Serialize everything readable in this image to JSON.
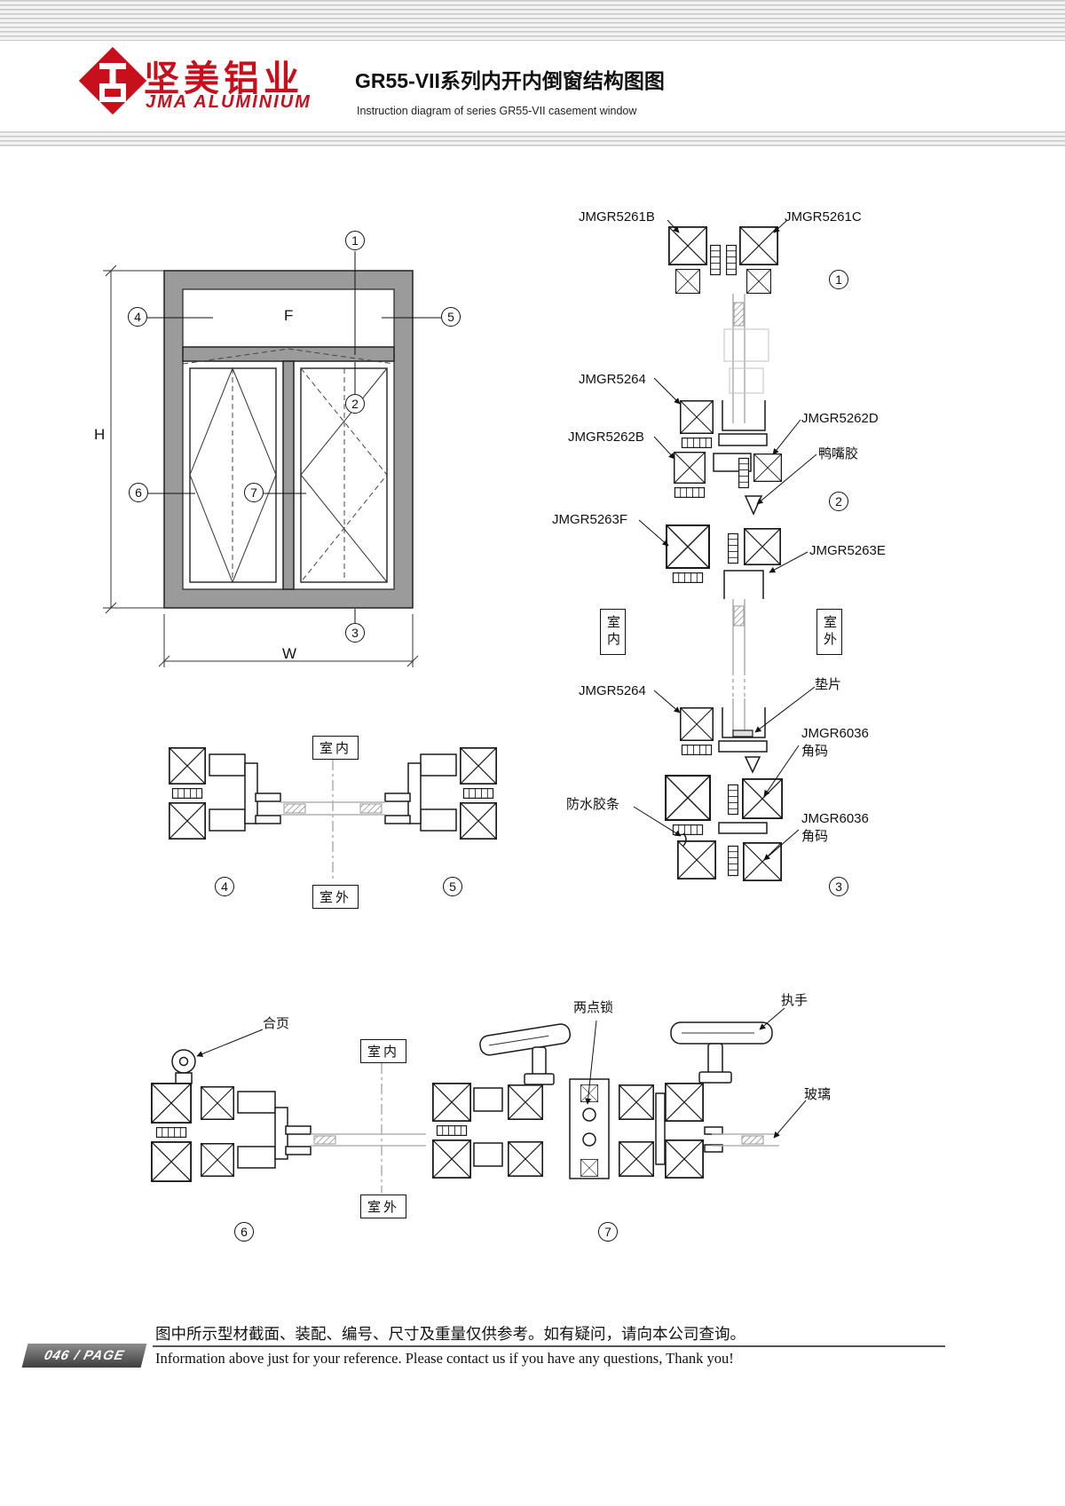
{
  "header": {
    "brand_cn": "坚美铝业",
    "brand_en": "JMA ALUMINIUM",
    "title_cn": "GR55-VII系列内开内倒窗结构图图",
    "title_en": "Instruction diagram of series GR55-VII casement window"
  },
  "callouts": {
    "c1": "1",
    "c2": "2",
    "c3": "3",
    "c4": "4",
    "c5": "5",
    "c6": "6",
    "c7": "7"
  },
  "elevation": {
    "fixed_label": "F",
    "dim_height": "H",
    "dim_width": "W"
  },
  "rooms": {
    "inside": "室内",
    "outside": "室外"
  },
  "profiles": {
    "p5261b": "JMGR5261B",
    "p5261c": "JMGR5261C",
    "p5264": "JMGR5264",
    "p5262b": "JMGR5262B",
    "p5262d": "JMGR5262D",
    "p5263f": "JMGR5263F",
    "p5263e": "JMGR5263E",
    "p6036": "JMGR6036"
  },
  "parts": {
    "duckbill_gasket": "鸭嘴胶",
    "shim": "垫片",
    "corner_code": "角码",
    "waterproof_strip": "防水胶条",
    "hinge": "合页",
    "two_point_lock": "两点锁",
    "handle": "执手",
    "glass": "玻璃"
  },
  "footer": {
    "page_number": "046",
    "page_label": "/ PAGE",
    "note_cn": "图中所示型材截面、装配、编号、尺寸及重量仅供参考。如有疑问，请向本公司查询。",
    "note_en": "Information above just for your reference. Please contact us if you have any questions, Thank you!"
  },
  "colors": {
    "brand_red": "#c8101c",
    "line": "#1a1a1a",
    "glass_grey": "#b2b2b2",
    "frame_grey": "#9b9b9b"
  }
}
